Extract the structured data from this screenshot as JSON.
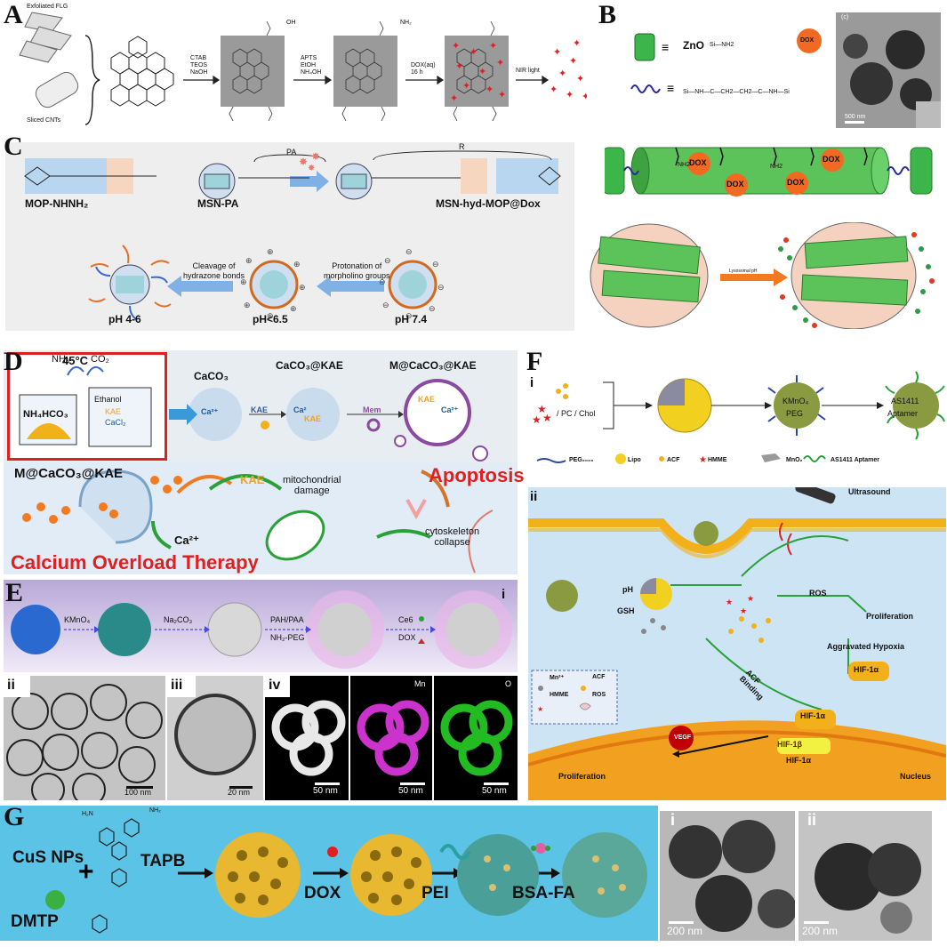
{
  "panels": {
    "A": {
      "letter": "A",
      "exfoliated": "Exfoliated FLG",
      "sliced": "Sliced CNTs",
      "step1": [
        "CTAB",
        "TEOS",
        "NaOH"
      ],
      "step2": [
        "APTS",
        "EtOH",
        "NH₄OH"
      ],
      "step3": [
        "DOX(aq)",
        "16 h"
      ],
      "step4": "NIR light",
      "oh": "OH",
      "nh2": "NH₂"
    },
    "B": {
      "letter": "B",
      "zno": "ZnO",
      "zno_link": "Si—NH2",
      "dox": "DOX",
      "linker": "Si—NH—C—CH2—CH2—C—NH—Si",
      "tem_label": "(c)",
      "tem_scale": "500 nm",
      "nh2": "NH2",
      "lysosomal": "Lysosomal pH"
    },
    "C": {
      "letter": "C",
      "mop": "MOP-NHNH₂",
      "msn_pa": "MSN-PA",
      "pa": "PA",
      "r": "R",
      "product": "MSN-hyd-MOP@Dox",
      "cleavage": [
        "Cleavage of",
        "hydrazone bonds"
      ],
      "protonation": [
        "Protonation of",
        "morpholino groups"
      ],
      "ph1": "pH 4-6",
      "ph2": "pH<6.5",
      "ph3": "pH 7.4"
    },
    "D": {
      "letter": "D",
      "temp": "45°C",
      "nh3": "NH₃",
      "co2": "CO₂",
      "ethanol": "Ethanol",
      "kae": "KAE",
      "cacl2": "CaCl₂",
      "nh4hco3": "NH₄HCO₃",
      "caco3": "CaCO₃",
      "caco3_kae": "CaCO₃@KAE",
      "m_caco3_kae": "M@CaCO₃@KAE",
      "mem": "Mem",
      "ca": "Ca²⁺",
      "ca2": "Ca²",
      "mito": [
        "mitochondrial",
        "damage"
      ],
      "apoptosis": "Apoptosis",
      "cyto": [
        "cytoskeleton",
        "collapse"
      ],
      "calcium": "Calcium Overload Therapy"
    },
    "E": {
      "letter": "E",
      "kmno4": "KMnO₄",
      "na2co3": "Na₂CO₃",
      "pah": "PAH/PAA",
      "nh2peg": "NH₂-PEG",
      "ce6": "Ce6",
      "dox": "DOX",
      "i": "i",
      "ii": "ii",
      "iii": "iii",
      "iv": "iv",
      "mn": "Mn",
      "o": "O",
      "s100": "100 nm",
      "s20": "20 nm",
      "s50": "50 nm"
    },
    "F": {
      "letter": "F",
      "i": "i",
      "ii": "ii",
      "pc": "/ PC / Chol",
      "kmno4": "KMnO₄",
      "peg": "PEG",
      "as1411": "AS1411",
      "aptamer": "Aptamer",
      "legend": [
        "PEG₂₀₀₀",
        "Lipo",
        "ACF",
        "HMME",
        "MnO₂",
        "AS1411 Aptamer"
      ],
      "ultrasound": "Ultrasound",
      "ph": "pH",
      "gsh": "GSH",
      "ros": "ROS",
      "proliferation": "Proliferation",
      "hypoxia": "Aggravated Hypoxia",
      "hif1a": "HIF-1α",
      "hif1b": "HIF-1β",
      "acf_binding": [
        "ACF",
        "Binding"
      ],
      "key": [
        "Mn²⁺",
        "ACF",
        "HMME",
        "ROS"
      ],
      "vegf": "VEGF",
      "nucleus": "Nucleus"
    },
    "G": {
      "letter": "G",
      "cus": [
        "CuS NPs"
      ],
      "tapb": "TAPB",
      "dmtp": "DMTP",
      "dox": "DOX",
      "pei": "PEI",
      "bsafa": "BSA-FA",
      "i": "i",
      "ii": "ii",
      "s200": "200 nm",
      "h2n": "H₂N",
      "nh2": "NH₂"
    }
  },
  "colors": {
    "red": "#d42020",
    "green": "#2aa038",
    "blue_bg": "#5bc3e6",
    "orange": "#f2a020"
  }
}
